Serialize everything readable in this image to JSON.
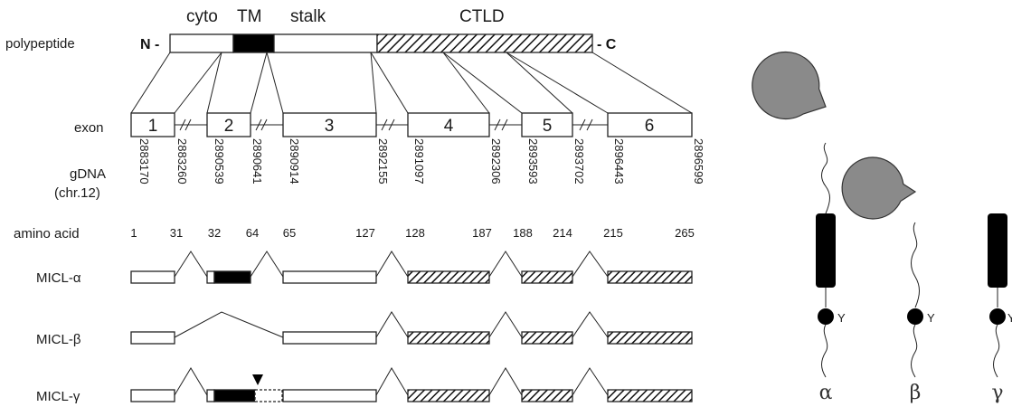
{
  "domains": {
    "cyto": "cyto",
    "tm": "TM",
    "stalk": "stalk",
    "ctld": "CTLD"
  },
  "row_labels": {
    "polypeptide": "polypeptide",
    "exon": "exon",
    "gdna_line1": "gDNA",
    "gdna_line2": "(chr.12)",
    "amino_acid": "amino acid",
    "micl_alpha": "MICL-α",
    "micl_beta": "MICL-β",
    "micl_gamma": "MICL-γ"
  },
  "termini": {
    "n": "N -",
    "c": "- C"
  },
  "exons": [
    "1",
    "2",
    "3",
    "4",
    "5",
    "6"
  ],
  "gdna_coords": [
    "2883170",
    "2883260",
    "2890539",
    "2890641",
    "2890914",
    "2892155",
    "2891097",
    "2892306",
    "2893593",
    "2893702",
    "2896443",
    "2896599"
  ],
  "amino_acids": [
    "1",
    "31",
    "32",
    "64",
    "65",
    "127",
    "128",
    "187",
    "188",
    "214",
    "215",
    "265"
  ],
  "isoforms": [
    "α",
    "β",
    "γ"
  ],
  "phospho_label": "Y",
  "colors": {
    "ink": "#1a1a1a",
    "crd": "#8a8a8a",
    "tm": "#000000",
    "background": "#ffffff"
  }
}
